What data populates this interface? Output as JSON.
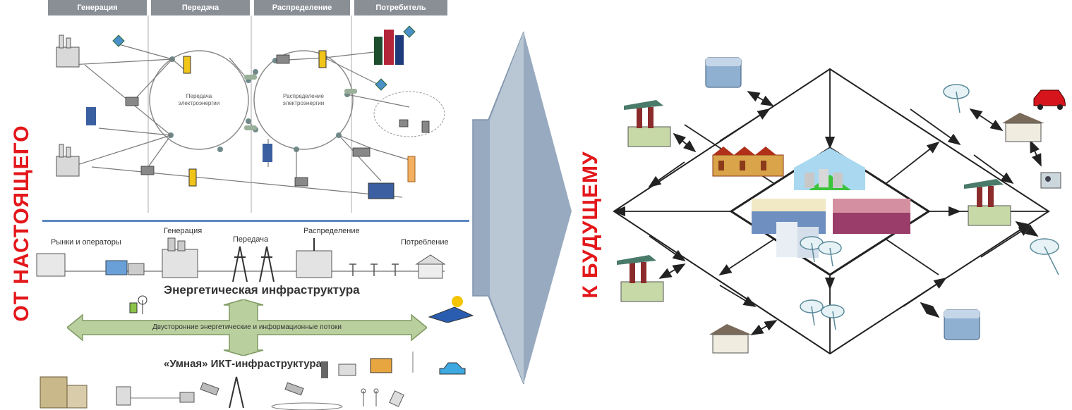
{
  "left_panel": {
    "vertical_title": "ОТ НАСТОЯЩЕГО",
    "header_tabs": [
      "Генерация",
      "Передача",
      "Распределение",
      "Потребитель"
    ],
    "ring_labels": {
      "transmission": [
        "Передача",
        "электроэнергии"
      ],
      "distribution": [
        "Распределение",
        "электроэнергии"
      ]
    },
    "infra_labels": {
      "markets": "Рынки и операторы",
      "generation": "Генерация",
      "transmission": "Передача",
      "distribution": "Распределение",
      "consumption": "Потребление"
    },
    "energy_infra_caption": "Энергетическая инфраструктура",
    "two_way_flows": "Двусторонние энергетические и информационные потоки",
    "ict_caption": "«Умная» ИКТ-инфраструктура"
  },
  "right_panel": {
    "vertical_title": "К БУДУЩЕМУ"
  },
  "colors": {
    "red_title": "#e3171b",
    "header_tab": "#8a8f96",
    "arrow_fill": "#98aabf",
    "flow_arrow": "#b9cf9e",
    "divider_blue": "#5b87c3"
  }
}
